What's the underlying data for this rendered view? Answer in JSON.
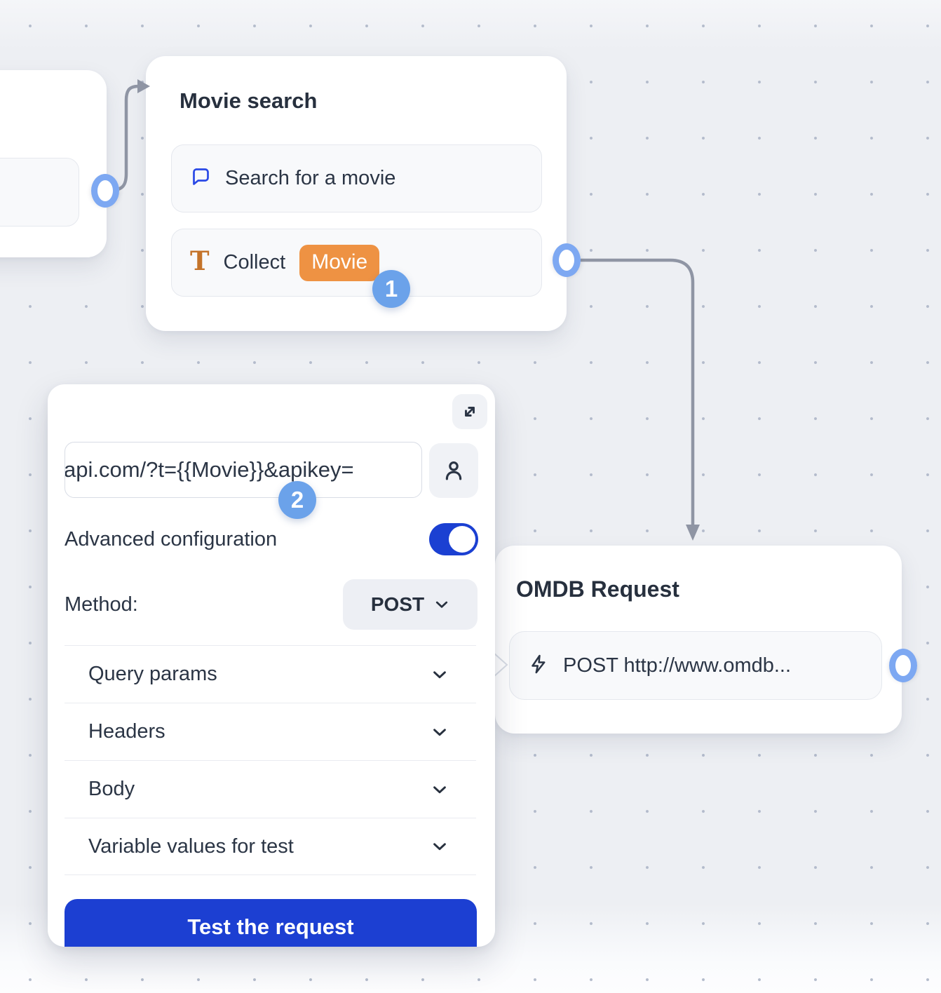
{
  "colors": {
    "accent_blue": "#1b40d2",
    "step_badge_blue": "#6ba2ea",
    "port_blue": "#7da8f2",
    "variable_orange": "#ee9243",
    "text_dark": "#2b3545",
    "connector_gray": "#8f95a4"
  },
  "nodes": {
    "movie_search": {
      "title": "Movie search",
      "items": [
        {
          "icon": "chat-bubble-icon",
          "label": "Search for a movie"
        },
        {
          "icon": "text-input-icon",
          "label": "Collect",
          "badge": "Movie"
        }
      ],
      "step_badge": "1"
    },
    "omdb_request": {
      "title": "OMDB Request",
      "items": [
        {
          "icon": "zap-icon",
          "label": "POST http://www.omdb..."
        }
      ]
    }
  },
  "panel": {
    "url_input": {
      "value": "api.com/?t={{Movie}}&apikey="
    },
    "step_badge": "2",
    "advanced_label": "Advanced configuration",
    "advanced_enabled": true,
    "method_label": "Method:",
    "method_value": "POST",
    "sections": [
      "Query params",
      "Headers",
      "Body",
      "Variable values for test"
    ],
    "test_button_label": "Test the request"
  }
}
